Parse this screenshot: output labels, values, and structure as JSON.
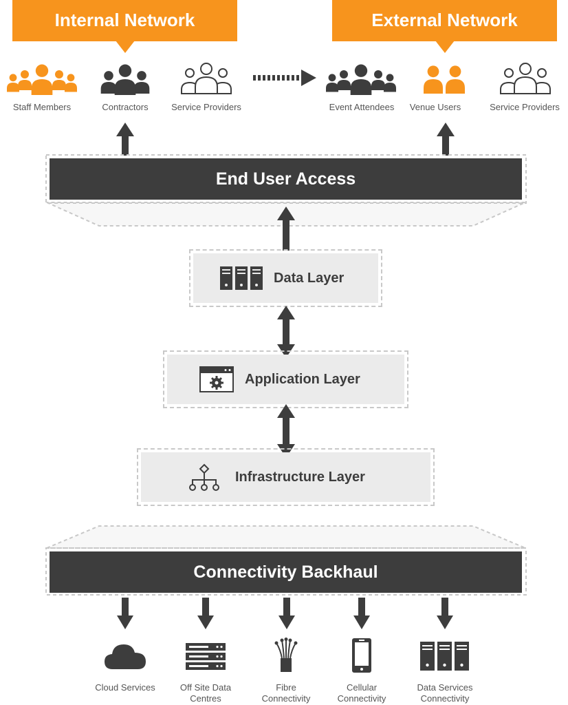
{
  "internal_network": {
    "title": "Internal Network",
    "users": [
      {
        "label": "Staff Members",
        "icon": "staff-group-icon",
        "color": "#f7941d"
      },
      {
        "label": "Contractors",
        "icon": "contractors-group-icon",
        "color": "#3d3d3d"
      },
      {
        "label": "Service Providers",
        "icon": "service-providers-outline-icon",
        "color": "#3d3d3d"
      }
    ]
  },
  "external_network": {
    "title": "External Network",
    "users": [
      {
        "label": "Event Attendees",
        "icon": "attendees-group-icon",
        "color": "#3d3d3d"
      },
      {
        "label": "Venue Users",
        "icon": "venue-users-icon",
        "color": "#f7941d"
      },
      {
        "label": "Service Providers",
        "icon": "service-providers-outline-icon",
        "color": "#3d3d3d"
      }
    ]
  },
  "end_user_access": {
    "label": "End User Access"
  },
  "layers": [
    {
      "label": "Data Layer",
      "icon": "servers-icon"
    },
    {
      "label": "Application Layer",
      "icon": "app-window-gear-icon"
    },
    {
      "label": "Infrastructure Layer",
      "icon": "network-hierarchy-icon"
    }
  ],
  "connectivity_backhaul": {
    "label": "Connectivity Backhaul"
  },
  "services": [
    {
      "line1": "Cloud Services",
      "line2": "",
      "icon": "cloud-icon"
    },
    {
      "line1": "Off Site Data",
      "line2": "Centres",
      "icon": "rack-server-icon"
    },
    {
      "line1": "Fibre",
      "line2": "Connectivity",
      "icon": "fibre-optic-icon"
    },
    {
      "line1": "Cellular",
      "line2": "Connectivity",
      "icon": "mobile-phone-icon"
    },
    {
      "line1": "Data Services",
      "line2": "Connectivity",
      "icon": "data-servers-icon"
    }
  ],
  "colors": {
    "accent": "#f7941d",
    "dark": "#3d3d3d",
    "panel": "#ebebeb"
  }
}
